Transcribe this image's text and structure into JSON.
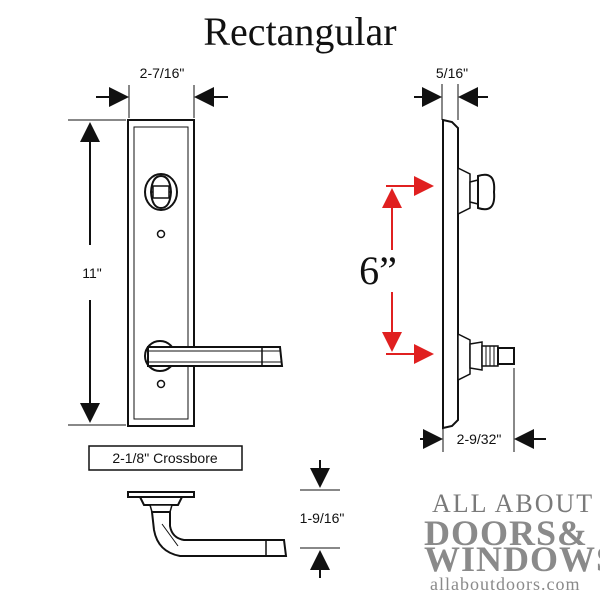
{
  "title": "Rectangular",
  "front_view": {
    "width_label": "2-7/16\"",
    "height_label": "11\"",
    "crossbore_label": "2-1/8\" Crossbore"
  },
  "side_view": {
    "thickness_label": "5/16\"",
    "spacing_label": "6”",
    "projection_label": "2-9/32\""
  },
  "top_view": {
    "projection_label": "1-9/16\""
  },
  "watermark": {
    "line1": "ALL ABOUT",
    "line2": "DOORS&",
    "line3": "WINDOWS",
    "url": "allaboutdoors.com"
  },
  "colors": {
    "line": "#111111",
    "accent_arrow": "#e02020",
    "watermark": "#8a8a8a"
  }
}
